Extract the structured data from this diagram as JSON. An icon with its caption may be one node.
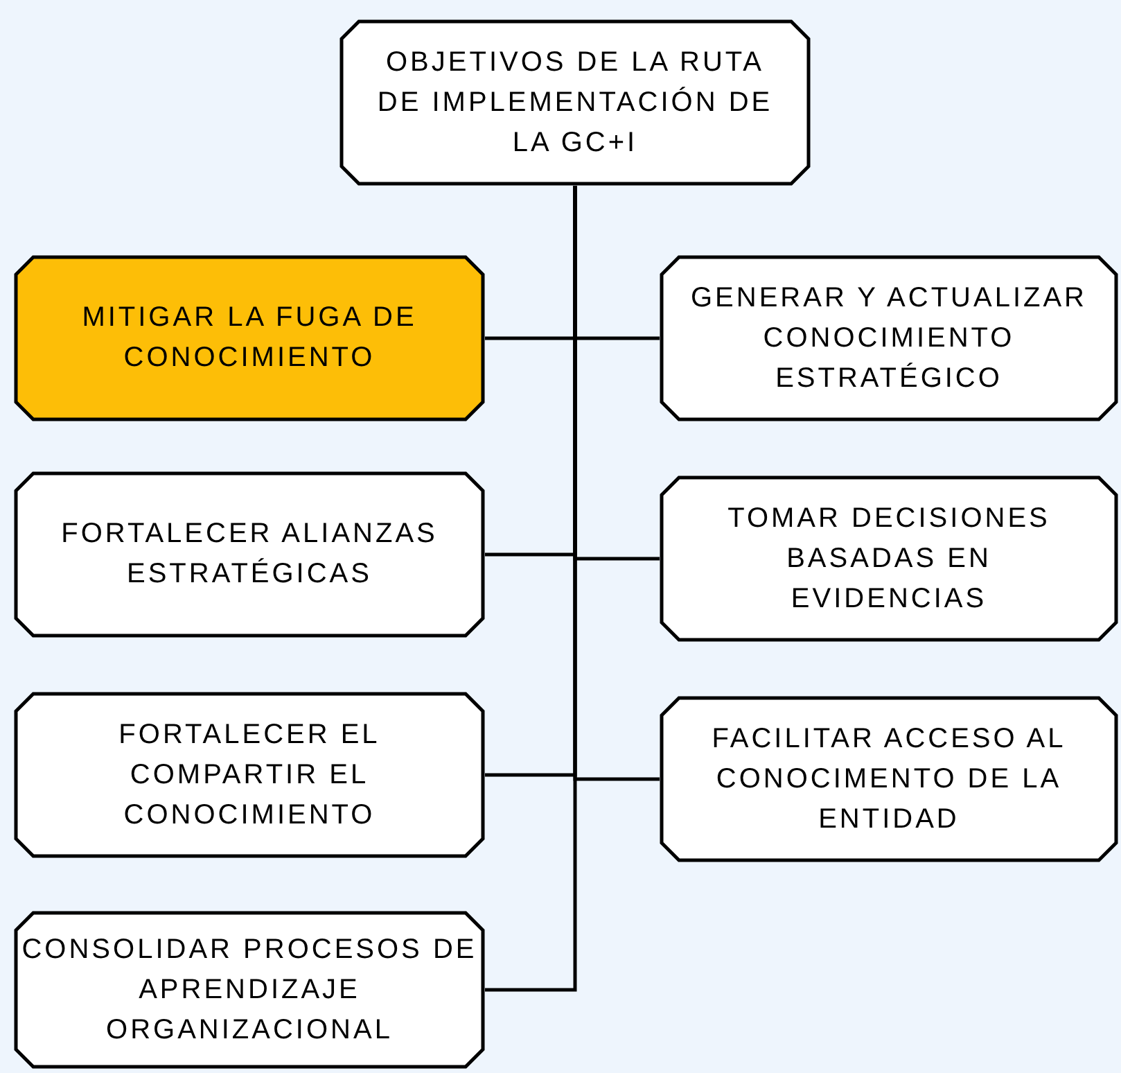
{
  "diagram": {
    "nodes": [
      {
        "text": [
          "OBJETIVOS DE LA RUTA DE IMPLEMENTACIÓN DE LA GC+I"
        ]
      },
      {
        "text": [
          "MITIGAR LA FUGA DE CONOCIMIENTO"
        ]
      },
      {
        "text": [
          "GENERAR Y ACTUALIZAR CONOCIMIENTO ESTRATÉGICO"
        ]
      },
      {
        "text": [
          "FORTALECER ALIANZAS ESTRATÉGICAS"
        ]
      },
      {
        "text": [
          "TOMAR DECISIONES BASADAS EN EVIDENCIAS"
        ]
      },
      {
        "text": [
          "FORTALECER EL COMPARTIR EL CONOCIMIENTO"
        ]
      },
      {
        "text": [
          "FACILITAR ACCESO AL CONOCIMENTO DE LA ENTIDAD"
        ]
      },
      {
        "text": [
          "CONSOLIDAR PROCESOS DE APRENDIZAJE ORGANIZACIONAL"
        ]
      }
    ],
    "edges": [
      {
        "from": 0,
        "to": 1,
        "arrow": "none"
      },
      {
        "from": 0,
        "to": 2,
        "arrow": "none"
      },
      {
        "from": 0,
        "to": 3,
        "arrow": "none"
      },
      {
        "from": 0,
        "to": 4,
        "arrow": "none"
      },
      {
        "from": 0,
        "to": 5,
        "arrow": "none"
      },
      {
        "from": 0,
        "to": 6,
        "arrow": "none"
      },
      {
        "from": 0,
        "to": 7,
        "arrow": "none"
      }
    ]
  }
}
